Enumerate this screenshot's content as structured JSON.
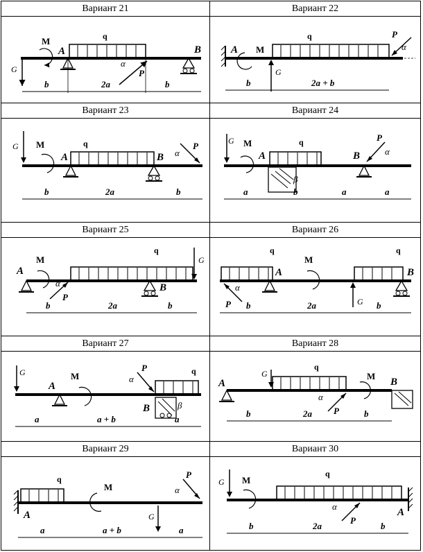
{
  "variants": [
    {
      "title": "Вариант 21"
    },
    {
      "title": "Вариант 22"
    },
    {
      "title": "Вариант 23"
    },
    {
      "title": "Вариант 24"
    },
    {
      "title": "Вариант 25"
    },
    {
      "title": "Вариант 26"
    },
    {
      "title": "Вариант 27"
    },
    {
      "title": "Вариант 28"
    },
    {
      "title": "Вариант 29"
    },
    {
      "title": "Вариант 30"
    }
  ],
  "labels": {
    "M": "M",
    "q": "q",
    "A": "A",
    "B": "B",
    "G": "G",
    "P": "P",
    "alpha": "α",
    "beta": "β",
    "a": "a",
    "b": "b",
    "two_a": "2a",
    "two_a_b": "2a + b",
    "a_b": "a + b"
  },
  "colors": {
    "line": "#000000",
    "background": "#ffffff"
  }
}
